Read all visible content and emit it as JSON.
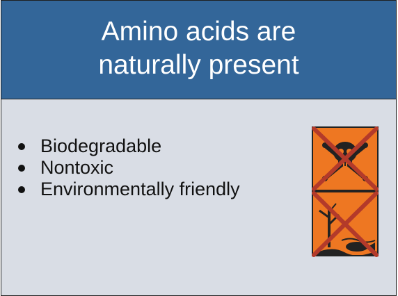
{
  "colors": {
    "header_bg": "#336699",
    "panel_bg": "#d9dde5",
    "hazard_orange": "#ee7722",
    "cross_red": "#b33a2a"
  },
  "header": {
    "title": "Amino acids are\nnaturally present"
  },
  "bullets": [
    "Biodegradable",
    "Nontoxic",
    "Environmentally friendly"
  ],
  "icons": {
    "hazard_top": "toxic-skull-crossbones-icon",
    "hazard_bottom": "environmental-hazard-icon",
    "cross": "red-x-cross-icon"
  }
}
